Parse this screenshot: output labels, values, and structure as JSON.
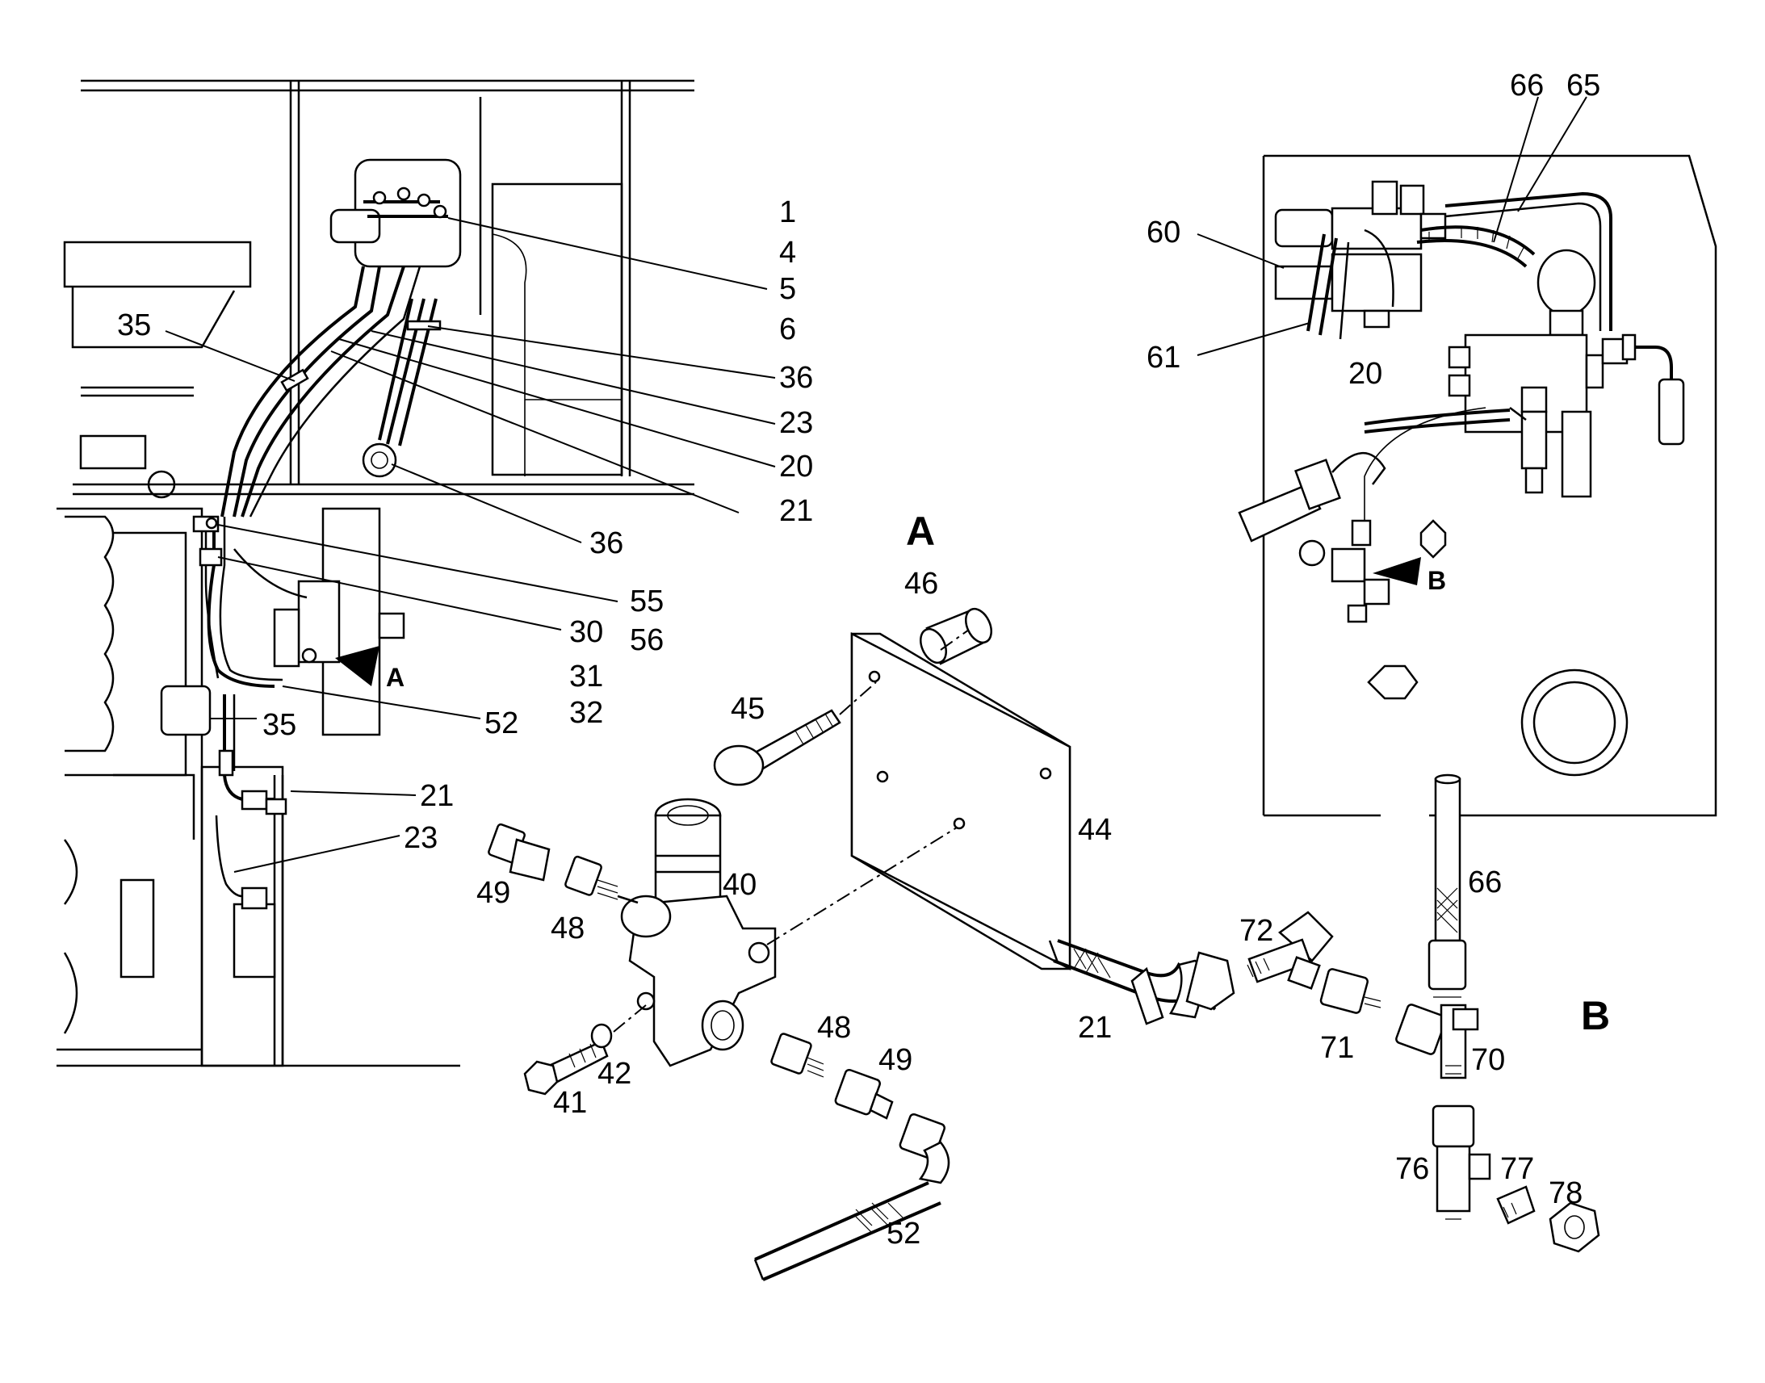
{
  "views": {
    "a": "A",
    "b": "B"
  },
  "callouts": {
    "c1": "1",
    "c4": "4",
    "c5": "5",
    "c6": "6",
    "c35a": "35",
    "c35b": "35",
    "c36a": "36",
    "c36b": "36",
    "c23a": "23",
    "c23b": "23",
    "c20a": "20",
    "c20b": "20",
    "c21a": "21",
    "c21b": "21",
    "c21c": "21",
    "c55": "55",
    "c56": "56",
    "c30": "30",
    "c31": "31",
    "c32": "32",
    "c52a": "52",
    "c52b": "52",
    "c46": "46",
    "c45": "45",
    "c44": "44",
    "c40": "40",
    "c49a": "49",
    "c49b": "49",
    "c48a": "48",
    "c48b": "48",
    "c41": "41",
    "c42": "42",
    "c60": "60",
    "c61": "61",
    "c65": "65",
    "c66a": "66",
    "c66b": "66",
    "c72": "72",
    "c71": "71",
    "c70": "70",
    "c76": "76",
    "c77": "77",
    "c78": "78"
  }
}
